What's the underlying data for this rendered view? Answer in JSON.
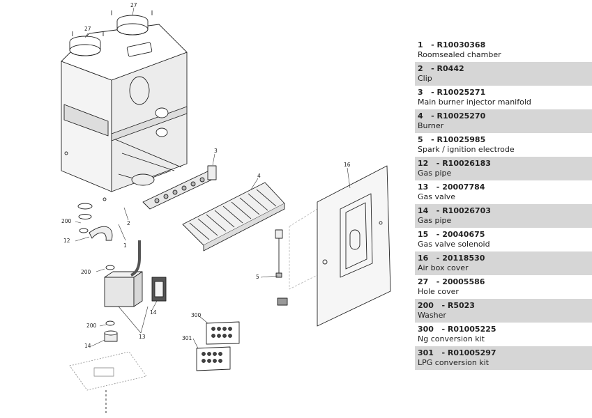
{
  "callouts": {
    "c27a": "27",
    "c27b": "27",
    "c16": "16",
    "c3": "3",
    "c4": "4",
    "c2": "2",
    "c1": "1",
    "c200a": "200",
    "c12": "12",
    "c200b": "200",
    "c14a": "14",
    "c13": "13",
    "c200c": "200",
    "c14b": "14",
    "c300": "300",
    "c301": "301",
    "c5": "5"
  },
  "parts": [
    {
      "code": "1   - R10030368",
      "name": "Roomsealed chamber"
    },
    {
      "code": "2   - R0442",
      "name": "Clip"
    },
    {
      "code": "3   - R10025271",
      "name": "Main burner injector manifold"
    },
    {
      "code": "4   - R10025270",
      "name": "Burner"
    },
    {
      "code": "5   - R10025985",
      "name": "Spark / ignition electrode"
    },
    {
      "code": "12   - R10026183",
      "name": "Gas pipe"
    },
    {
      "code": "13   - 20007784",
      "name": "Gas valve"
    },
    {
      "code": "14   - R10026703",
      "name": "Gas pipe"
    },
    {
      "code": "15   - 20040675",
      "name": "Gas valve solenoid"
    },
    {
      "code": "16   - 20118530",
      "name": "Air box cover"
    },
    {
      "code": "27   - 20005586",
      "name": "Hole cover"
    },
    {
      "code": "200   - R5023",
      "name": "Washer"
    },
    {
      "code": "300   - R01005225",
      "name": "Ng conversion kit"
    },
    {
      "code": "301   - R01005297",
      "name": "LPG conversion kit"
    }
  ]
}
